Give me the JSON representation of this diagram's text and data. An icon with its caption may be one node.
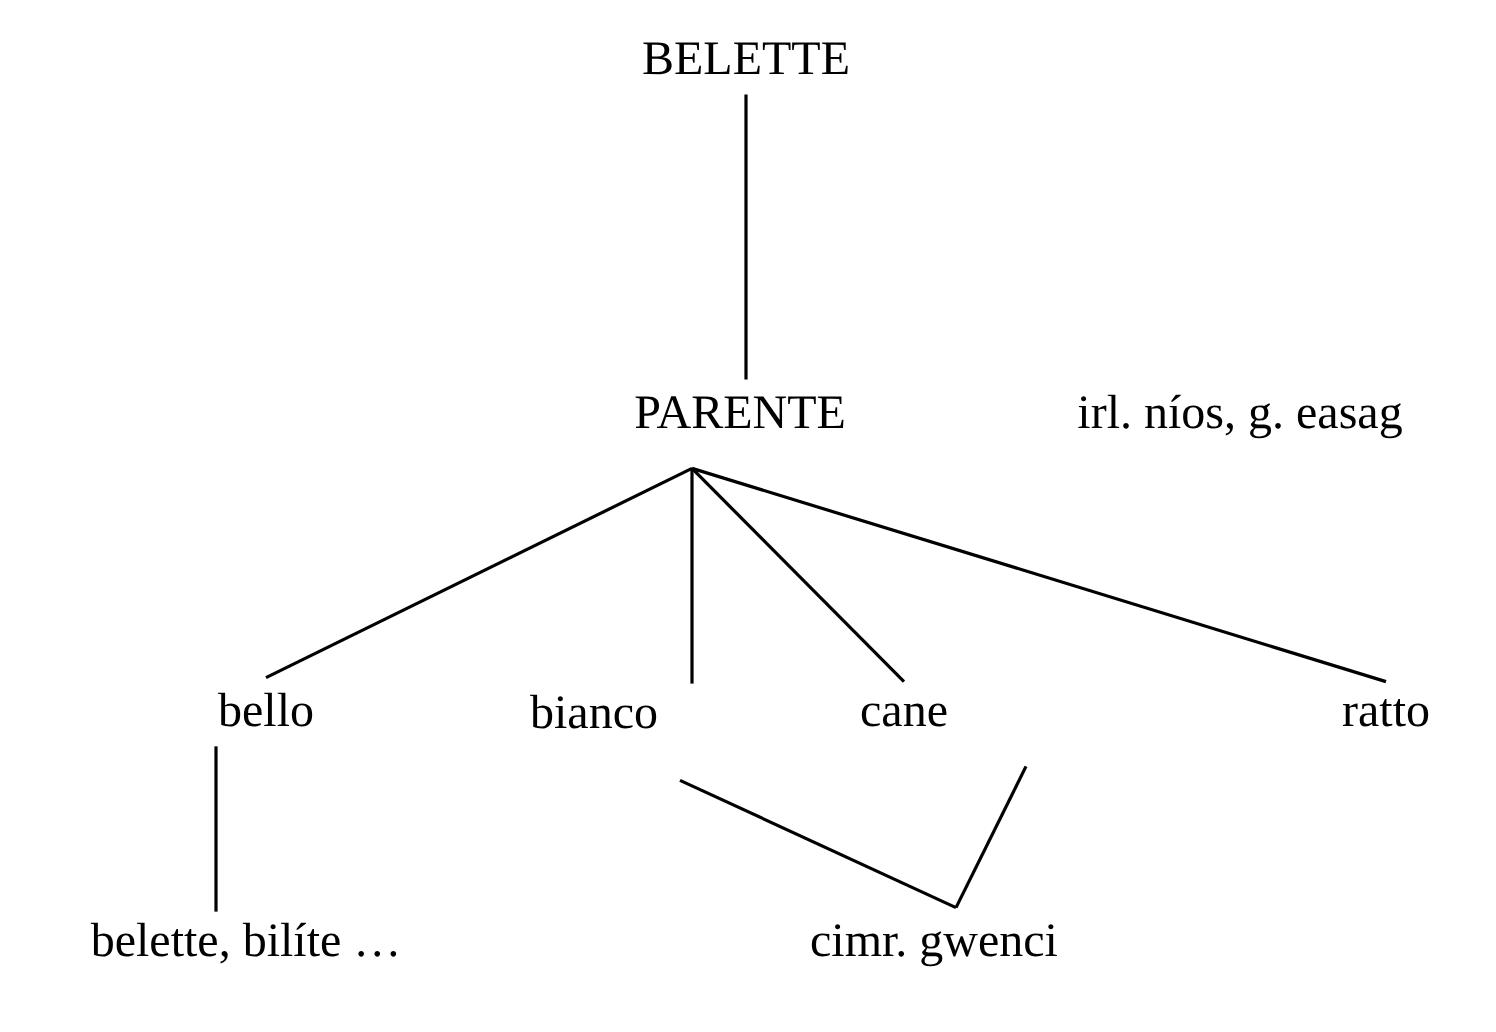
{
  "diagram": {
    "nodes": [
      {
        "text": [
          "BELETTE"
        ]
      },
      {
        "text": [
          "PARENTE"
        ]
      },
      {
        "text": [
          "bello"
        ]
      },
      {
        "text": [
          "bianco"
        ]
      },
      {
        "text": [
          "cane"
        ]
      },
      {
        "text": [
          "ratto"
        ]
      },
      {
        "text": [
          "belette, bilíte …"
        ]
      },
      {
        "text": [
          "cimr. gwenci"
        ]
      }
    ],
    "edges": [
      {
        "from": 0,
        "to": 1,
        "arrow": "none"
      },
      {
        "from": 1,
        "to": 2,
        "arrow": "none"
      },
      {
        "from": 1,
        "to": 3,
        "arrow": "none"
      },
      {
        "from": 1,
        "to": 4,
        "arrow": "none"
      },
      {
        "from": 1,
        "to": 5,
        "arrow": "none"
      },
      {
        "from": 2,
        "to": 6,
        "arrow": "none"
      },
      {
        "from": 3,
        "to": 7,
        "arrow": "none"
      },
      {
        "from": 4,
        "to": 7,
        "arrow": "none"
      }
    ],
    "labels": [
      "irl. níos, g. easag"
    ]
  }
}
